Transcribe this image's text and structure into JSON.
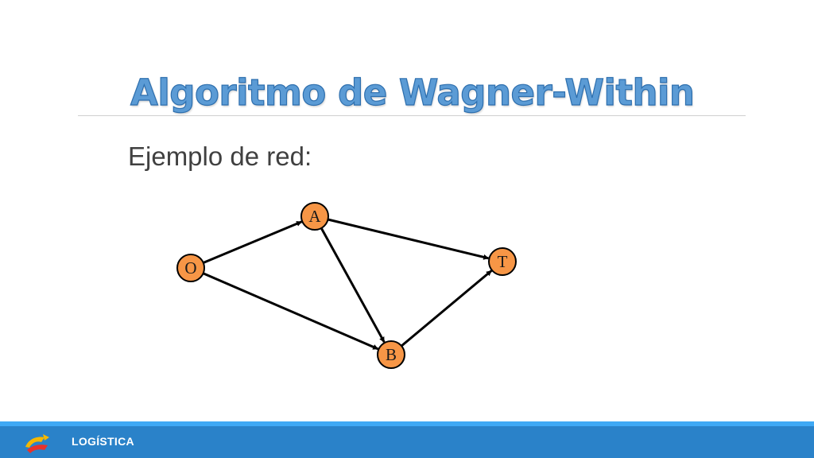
{
  "slide": {
    "title": "Algoritmo de Wagner-Within",
    "subtitle": "Ejemplo de red:",
    "footer_label": "LOGÍSTICA"
  },
  "colors": {
    "title": "#5B9BD5",
    "node_fill": "#F79646",
    "edge": "#000000",
    "footer_bar": "#2A82C9",
    "footer_accent": "#3FA9F5"
  },
  "icons": {
    "footer_logo": "logistics-logo-icon"
  },
  "diagram": {
    "nodes": [
      {
        "id": "O",
        "label": "O"
      },
      {
        "id": "A",
        "label": "A"
      },
      {
        "id": "T",
        "label": "T"
      },
      {
        "id": "B",
        "label": "B"
      }
    ],
    "edges": [
      {
        "from": "O",
        "to": "A"
      },
      {
        "from": "O",
        "to": "B"
      },
      {
        "from": "A",
        "to": "T"
      },
      {
        "from": "A",
        "to": "B"
      },
      {
        "from": "B",
        "to": "T"
      }
    ]
  }
}
